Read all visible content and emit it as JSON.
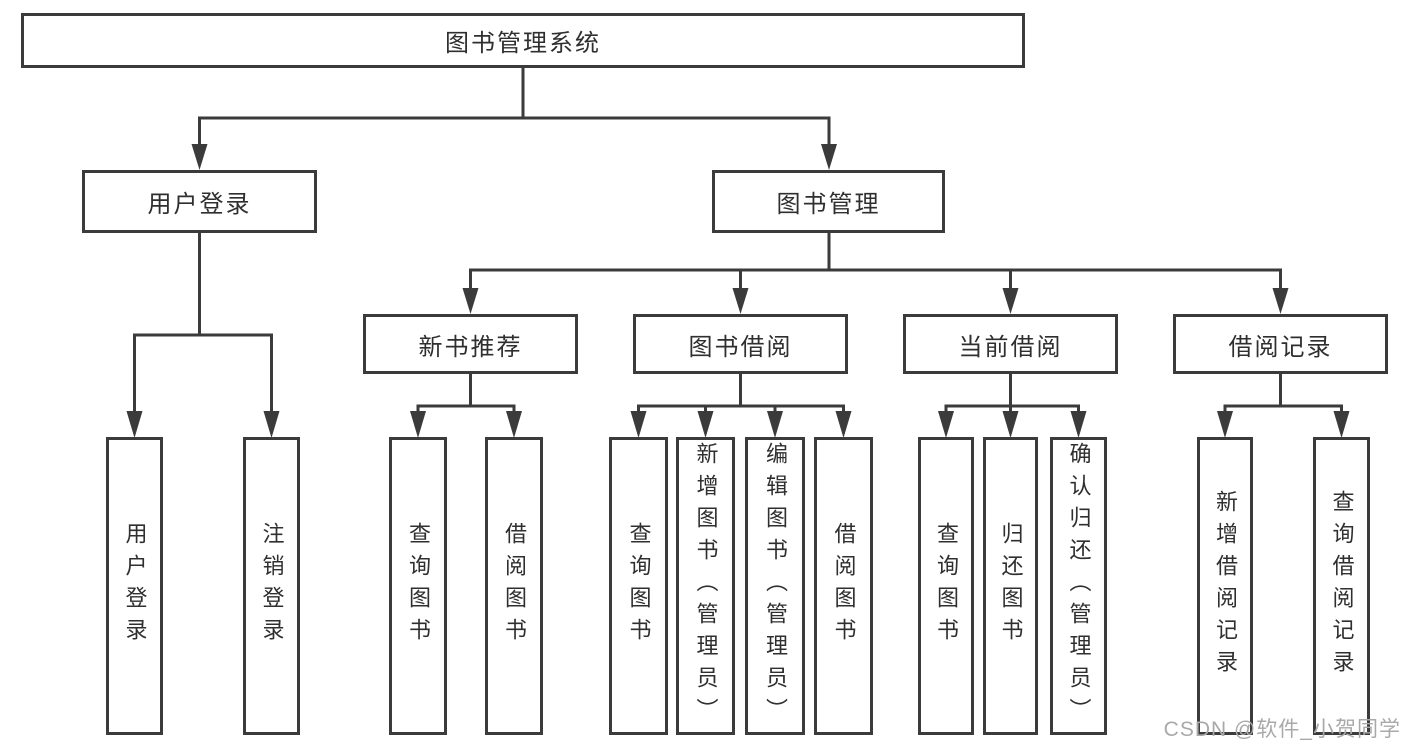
{
  "tree": {
    "label": "图书管理系统",
    "children": [
      {
        "label": "用户登录",
        "children": [
          {
            "label": "用户登录"
          },
          {
            "label": "注销登录"
          }
        ]
      },
      {
        "label": "图书管理",
        "children": [
          {
            "label": "新书推荐",
            "children": [
              {
                "label": "查询图书"
              },
              {
                "label": "借阅图书"
              }
            ]
          },
          {
            "label": "图书借阅",
            "children": [
              {
                "label": "查询图书"
              },
              {
                "label": "新增图书（管理员）"
              },
              {
                "label": "编辑图书（管理员）"
              },
              {
                "label": "借阅图书"
              }
            ]
          },
          {
            "label": "当前借阅",
            "children": [
              {
                "label": "查询图书"
              },
              {
                "label": "归还图书"
              },
              {
                "label": "确认归还（管理员）"
              }
            ]
          },
          {
            "label": "借阅记录",
            "children": [
              {
                "label": "新增借阅记录"
              },
              {
                "label": "查询借阅记录"
              }
            ]
          }
        ]
      }
    ]
  },
  "watermark": {
    "text": "CSDN @软件_小贺同学"
  },
  "colors": {
    "line": "#3b3b3b",
    "box_border": "#3b3b3b",
    "text": "#2f2f2f",
    "watermark": "#a9a9a9",
    "background": "#ffffff"
  }
}
